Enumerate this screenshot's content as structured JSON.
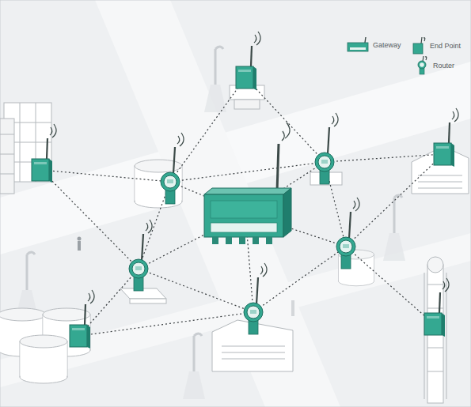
{
  "diagram": {
    "legend": [
      {
        "text": "Gateway"
      },
      {
        "text": "End Point"
      },
      {
        "text": "Router"
      }
    ]
  }
}
